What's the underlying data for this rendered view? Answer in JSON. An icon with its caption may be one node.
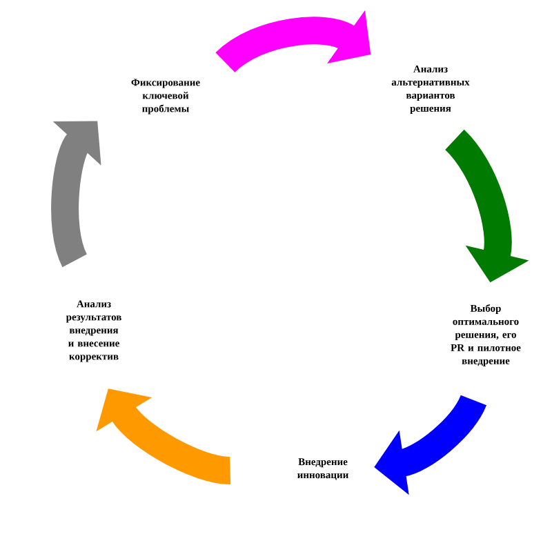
{
  "diagram": {
    "nodes": [
      {
        "text": [
          "Фиксирование ключевой проблемы"
        ]
      },
      {
        "text": [
          "Анализ альтернативных вариантов решения"
        ]
      },
      {
        "text": [
          "Выбор оптимального решения, его PR и пилотное внедрение"
        ]
      },
      {
        "text": [
          "Внедрение инновации"
        ]
      },
      {
        "text": [
          "Анализ результатов внедрения и внесение корректив"
        ]
      }
    ],
    "edges": [
      {
        "from": 0,
        "to": 1,
        "arrow": "to",
        "color": "#ff00ff"
      },
      {
        "from": 1,
        "to": 2,
        "arrow": "to",
        "color": "#007a00"
      },
      {
        "from": 2,
        "to": 3,
        "arrow": "to",
        "color": "#0000ff"
      },
      {
        "from": 3,
        "to": 4,
        "arrow": "to",
        "color": "#ff9900"
      },
      {
        "from": 4,
        "to": 0,
        "arrow": "to",
        "color": "#808080"
      }
    ]
  }
}
